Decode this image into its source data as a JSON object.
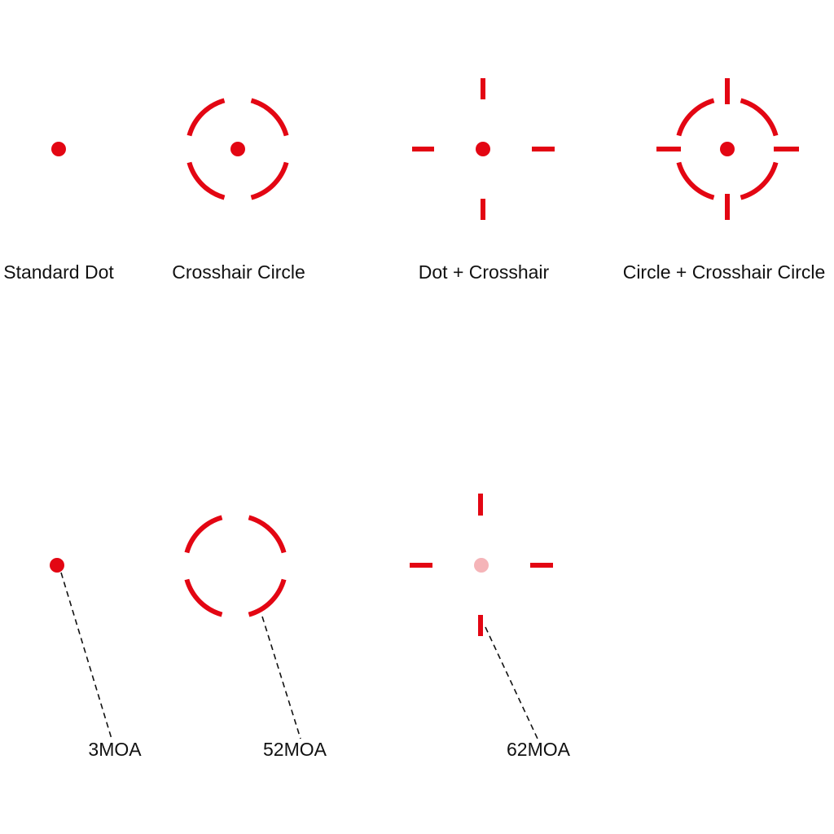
{
  "colors": {
    "reticle": "#e30613",
    "reticle_faded": "#f5b4b8",
    "leader": "#111111",
    "background": "#ffffff"
  },
  "reticles": [
    {
      "id": "standard-dot",
      "name": "Standard Dot"
    },
    {
      "id": "crosshair-circle",
      "name": "Crosshair Circle"
    },
    {
      "id": "dot-crosshair",
      "name": "Dot + Crosshair"
    },
    {
      "id": "circle-crosshair-circle",
      "name": "Circle + Crosshair Circle"
    }
  ],
  "measurements": [
    {
      "id": "dot-size",
      "value": "3MOA"
    },
    {
      "id": "circle-size",
      "value": "52MOA"
    },
    {
      "id": "crosshair-size",
      "value": "62MOA"
    }
  ]
}
